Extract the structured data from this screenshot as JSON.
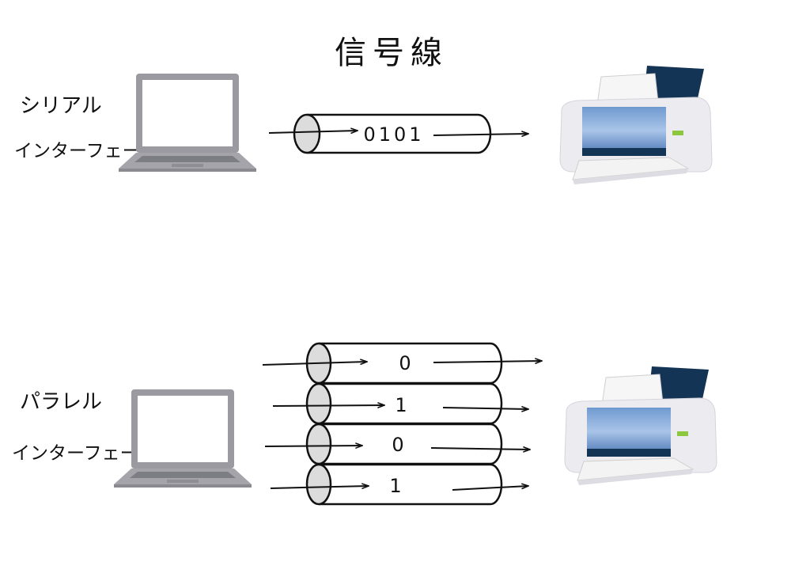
{
  "title": "信号線",
  "serial": {
    "label_line1": "シリアル",
    "label_line2": "インターフェース",
    "bits": "0101"
  },
  "parallel": {
    "label_line1": "パラレル",
    "label_line2": "インターフェース",
    "bits": [
      "0",
      "1",
      "0",
      "1"
    ]
  },
  "icons": {
    "computer": "laptop-icon",
    "output_device": "printer-icon"
  },
  "colors": {
    "stroke": "#111111",
    "cable_end": "#dcdcdc",
    "laptop_body": "#9a9aa0",
    "laptop_bezel": "#b6b6bc",
    "printer_body": "#ebebf0",
    "printer_panel": "#4f7fbf",
    "printer_dark": "#143456",
    "printer_led": "#8dc63f"
  }
}
